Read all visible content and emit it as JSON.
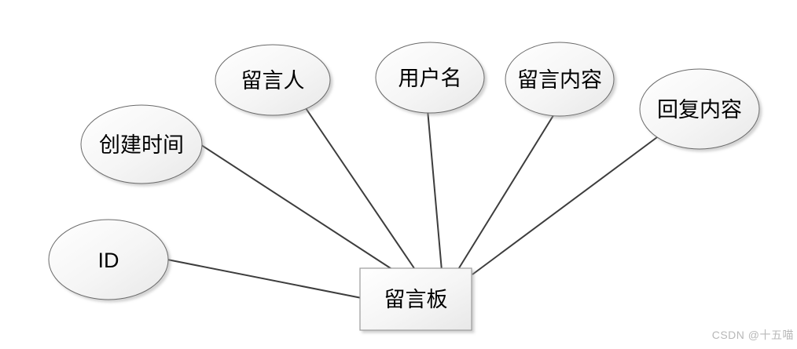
{
  "diagram": {
    "type": "er-attribute-diagram",
    "entity": {
      "label": "留言板"
    },
    "attributes": [
      {
        "label": "ID"
      },
      {
        "label": "创建时间"
      },
      {
        "label": "留言人"
      },
      {
        "label": "用户名"
      },
      {
        "label": "留言内容"
      },
      {
        "label": "回复内容"
      }
    ],
    "colors": {
      "line": "#3d3d3d",
      "shape_fill_top": "#ffffff",
      "shape_fill_bottom": "#e8e8e8",
      "ellipse_stroke": "#6b6b6b",
      "rect_stroke": "#9b9b9b",
      "text": "#000000"
    }
  },
  "watermark": {
    "text": "CSDN @十五喵",
    "color": "#b8b8b8"
  }
}
